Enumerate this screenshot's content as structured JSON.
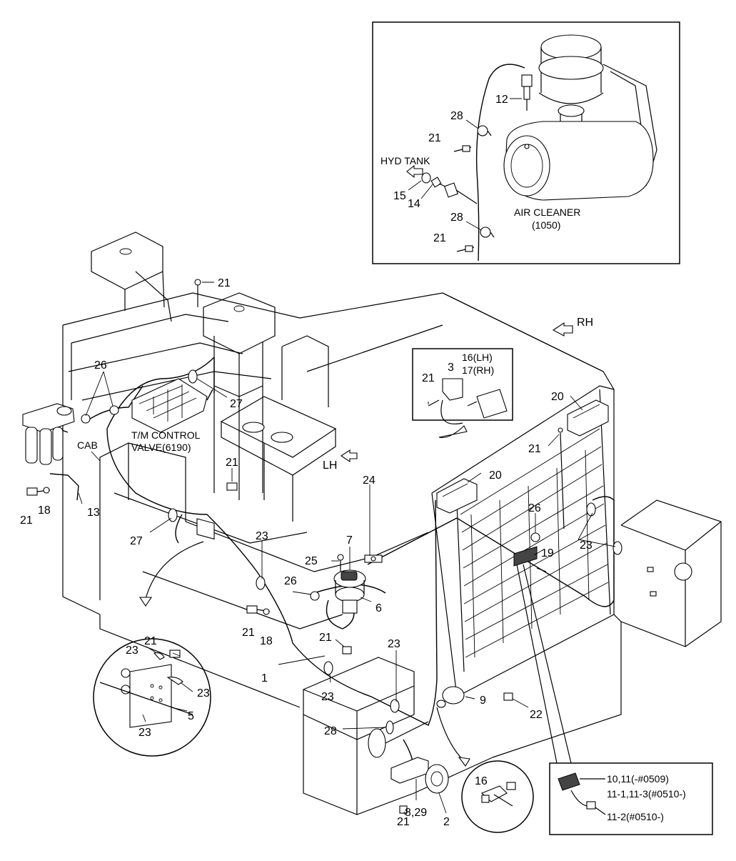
{
  "labels": {
    "air_cleaner": "AIR CLEANER",
    "air_cleaner_code": "(1050)",
    "hyd_tank": "HYD TANK",
    "rh": "RH",
    "lh": "LH",
    "cab": "CAB",
    "tm_control_1": "T/M CONTROL",
    "tm_control_2": "VALVE(6190)",
    "lamp_lh": "16(LH)",
    "lamp_rh": "17(RH)",
    "legend_1": "10,11(-#0509)",
    "legend_2": "11-1,11-3(#0510-)",
    "legend_3": "11-2(#0510-)"
  },
  "callouts": {
    "n21a": "21",
    "n21b": "21",
    "n21c": "21",
    "n21d": "21",
    "n21e": "21",
    "n21f": "21",
    "n21g": "21",
    "n21h": "21",
    "n21i": "21",
    "n21j": "21",
    "n12": "12",
    "n28a": "28",
    "n28b": "28",
    "n28c": "28",
    "n15": "15",
    "n14": "14",
    "n26a": "26",
    "n26b": "26",
    "n26c": "26",
    "n27a": "27",
    "n27b": "27",
    "n18a": "18",
    "n18b": "18",
    "n13": "13",
    "n23a": "23",
    "n23b": "23",
    "n23c": "23",
    "n23d": "23",
    "n23e": "23",
    "n23f": "23",
    "n23g": "23",
    "n5": "5",
    "n25": "25",
    "n7": "7",
    "n6": "6",
    "n24": "24",
    "n1": "1",
    "n3": "3",
    "n20a": "20",
    "n20b": "20",
    "n19": "19",
    "n9": "9",
    "n22": "22",
    "n8_29": "8,29",
    "n2": "2",
    "n16": "16"
  }
}
